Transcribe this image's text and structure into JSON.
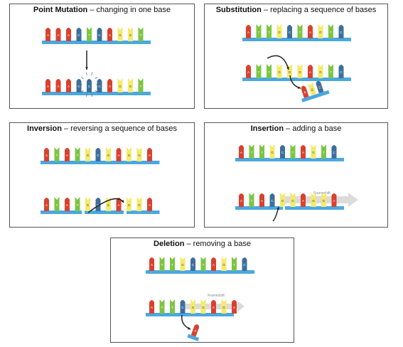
{
  "colors": {
    "A": "#d9412e",
    "T": "#7cc542",
    "C": "#3d6f9a",
    "G": "#f4ea6c",
    "backbone": "#4aa8e0",
    "arrow": "#222222",
    "frameshift": "#cccccc"
  },
  "panels": {
    "point": {
      "title": "Point Mutation",
      "subtitle": " – changing in one base",
      "top": [
        "A",
        "A",
        "A",
        "C",
        "T",
        "C",
        "A",
        "G",
        "G",
        "T"
      ],
      "bottom": [
        "A",
        "A",
        "A",
        "C",
        "C",
        "C",
        "A",
        "G",
        "G",
        "T"
      ]
    },
    "substitution": {
      "title": "Substitution",
      "subtitle": " – replacing a sequence of bases",
      "top": [
        "A",
        "T",
        "T",
        "G",
        "C",
        "T",
        "A",
        "G",
        "T",
        "C"
      ],
      "bottom": [
        "A",
        "T",
        "T",
        "G",
        "G",
        "G",
        "A",
        "G",
        "T",
        "C"
      ],
      "removed": [
        "A",
        "G",
        "C"
      ]
    },
    "inversion": {
      "title": "Inversion",
      "subtitle": " – reversing a sequence of bases",
      "top": [
        "A",
        "T",
        "A",
        "T",
        "G",
        "C",
        "G",
        "A",
        "G",
        "G",
        "A"
      ],
      "bottom": [
        "A",
        "T",
        "A",
        "T",
        "G",
        "C",
        "G",
        "A",
        "G",
        "G",
        "A"
      ]
    },
    "insertion": {
      "title": "Insertion",
      "subtitle": " – adding a base",
      "top": [
        "A",
        "T",
        "T",
        "G",
        "C",
        "T",
        "A",
        "G",
        "T",
        "C"
      ],
      "bottom": [
        "A",
        "T",
        "A",
        "C",
        "G",
        "G",
        "A",
        "G",
        "G",
        "A"
      ],
      "label": "Frameshift"
    },
    "deletion": {
      "title": "Deletion",
      "subtitle": " – removing a base",
      "top": [
        "A",
        "T",
        "T",
        "G",
        "C",
        "T",
        "A",
        "G",
        "T",
        "C"
      ],
      "bottom": [
        "A",
        "T",
        "T",
        "C",
        "G",
        "G",
        "A",
        "G",
        "A"
      ],
      "removed": [
        "A"
      ],
      "label": "Frameshift"
    }
  }
}
